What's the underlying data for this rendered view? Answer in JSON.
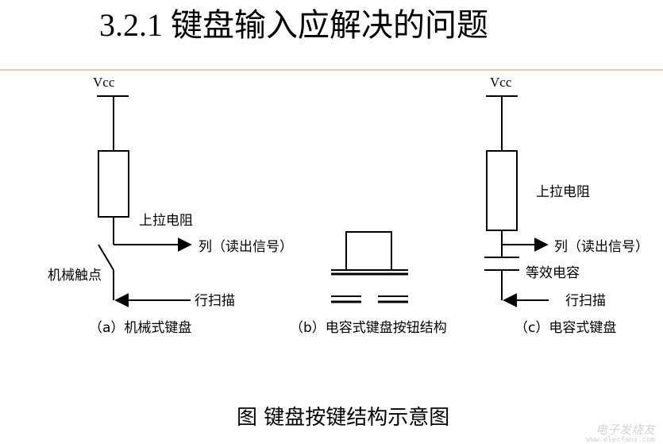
{
  "slide": {
    "title": "3.2.1  键盘输入应解决的问题",
    "caption": "图    键盘按键结构示意图",
    "rule_color": "#c8a36a"
  },
  "diagram_a": {
    "vcc": "Vcc",
    "pullup": "上拉电阻",
    "column": "列（读出信号）",
    "contact": "机械触点",
    "row": "行扫描",
    "caption": "（a）机械式键盘"
  },
  "diagram_b": {
    "caption": "（b）电容式键盘按钮结构"
  },
  "diagram_c": {
    "vcc": "Vcc",
    "pullup": "上拉电阻",
    "column": "列（读出信号）",
    "capacitor": "等效电容",
    "row": "行扫描",
    "caption": "（c）电容式键盘"
  },
  "watermark": {
    "logo": "电子发烧友",
    "url": "www.elecfans.com"
  }
}
